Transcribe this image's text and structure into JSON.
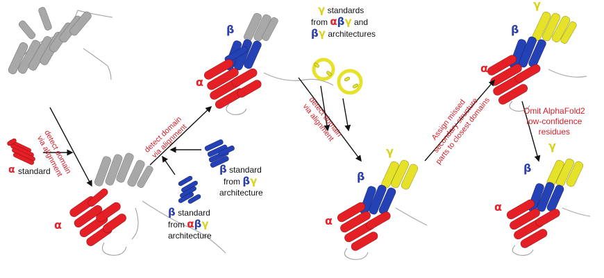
{
  "colors": {
    "alpha": "#e41f26",
    "beta": "#2442b5",
    "gamma": "#e6e22a",
    "undetected": "#a6a6a6",
    "loop": "#b5b5b5",
    "arrow": "#111111",
    "note": "#d21f2a"
  },
  "symbols": {
    "alpha": "α",
    "beta": "β",
    "gamma": "γ"
  },
  "labels": {
    "alpha_standard": "standard",
    "beta_standard_1_line1": "standard",
    "beta_standard_1_line2": "from",
    "beta_standard_1_line3": "architecture",
    "beta_standard_2_line1": "standard",
    "beta_standard_2_line2": "from",
    "beta_standard_2_line3": "architecture",
    "gamma_standards_line1": "standards",
    "gamma_standards_line2": "from",
    "gamma_standards_line2b": "and",
    "gamma_standards_line3": "architectures"
  },
  "notes": {
    "step1": [
      "detect domain",
      "via alignment"
    ],
    "step2": [
      "detect domain",
      "via alignment"
    ],
    "step3": [
      "detect domain",
      "via alignment"
    ],
    "step4": [
      "Assign missed",
      "secondary structure",
      "parts to closest domains"
    ],
    "step5": [
      "Omit AlphaFold2",
      "low-confidence",
      "residues"
    ]
  }
}
